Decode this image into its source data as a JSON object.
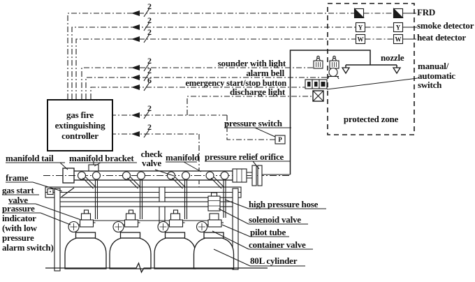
{
  "labels": {
    "frd": "FRD",
    "smoke_detector": "smoke detector",
    "heat_detector": "heat detector",
    "nozzle": "nozzle",
    "manual_auto_switch": [
      "manual/",
      "automatic",
      "switch"
    ],
    "protected_zone": "protected zone",
    "sounder": "sounder with light",
    "alarm_bell": "alarm bell",
    "emergency_button": "emergency start/stop button",
    "discharge_light": "discharge light",
    "pressure_switch": "pressure switch",
    "pressure_relief_orifice": "pressure relief orifice",
    "controller": [
      "gas fire",
      "extinguishing",
      "controller"
    ],
    "manifold_tail": "manifold tail",
    "manifold_bracket": "manifold bracket",
    "check_valve": [
      "check",
      "valve"
    ],
    "manifold": "manifold",
    "frame": "frame",
    "gas_start_valve": [
      "gas start",
      "valve"
    ],
    "pressure_indicator": [
      "prassure",
      "indicator",
      "(with low",
      "pressure",
      "alarm switch)"
    ],
    "high_pressure_hose": "high pressure hose",
    "solenoid_valve": "solenoid valve",
    "pilot_tube": "pilot tube",
    "container_valve": "container valve",
    "cylinder_80l": "80L cylinder"
  },
  "wire_counts": {
    "frd": "2",
    "smoke": "2",
    "heat": "2",
    "sounder": "2",
    "alarm": "2",
    "emergency": "6",
    "out1": "2",
    "out2": "2"
  },
  "symbols": {
    "smoke_letter": "Y",
    "heat_letter": "W",
    "pressure_letter": "P"
  },
  "colors": {
    "ink": "#1a1a1a"
  }
}
